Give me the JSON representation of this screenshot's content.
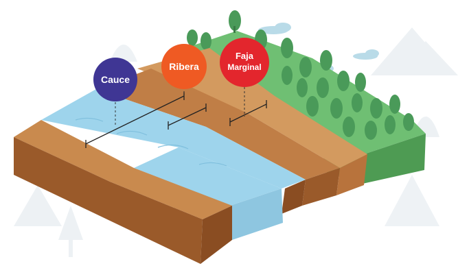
{
  "labels": {
    "cauce": "Cauce",
    "ribera": "Ribera",
    "faja_line1": "Faja",
    "faja_line2": "Marginal"
  },
  "colors": {
    "cauce_bubble": "#3f3694",
    "ribera_bubble": "#ef5a23",
    "faja_bubble": "#e3262d",
    "water": "#9ed4ec",
    "soil_top": "#c98a4e",
    "soil_side": "#9a5a2a",
    "grass": "#6fbf73",
    "tree": "#4a9a59"
  }
}
